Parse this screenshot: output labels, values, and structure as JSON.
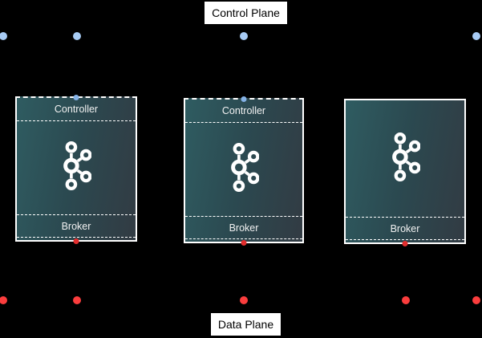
{
  "diagram": {
    "background_color": "#000000",
    "control_plane": {
      "label": "Control Plane"
    },
    "data_plane": {
      "label": "Data Plane"
    },
    "nodes": [
      {
        "id": "kafka-node-1",
        "controller_label": "Controller",
        "broker_label": "Broker",
        "icon": "kafka-icon",
        "has_controller": true
      },
      {
        "id": "kafka-node-2",
        "controller_label": "Controller",
        "broker_label": "Broker",
        "icon": "kafka-icon",
        "has_controller": true
      },
      {
        "id": "kafka-node-3",
        "broker_label": "Broker",
        "icon": "kafka-icon",
        "has_controller": false
      }
    ],
    "colors": {
      "control_plane_dot": "#a8ccf5",
      "controller_port_dot": "#85b2e6",
      "data_plane_dot": "#fb3d3d",
      "broker_port_dot": "#e32e2e",
      "node_border": "#ffffff",
      "node_gradient_start": "#2f5c61",
      "node_gradient_end": "#323b43",
      "label_background": "#ffffff",
      "label_text": "#000000",
      "kafka_icon_color": "#ffffff"
    }
  }
}
